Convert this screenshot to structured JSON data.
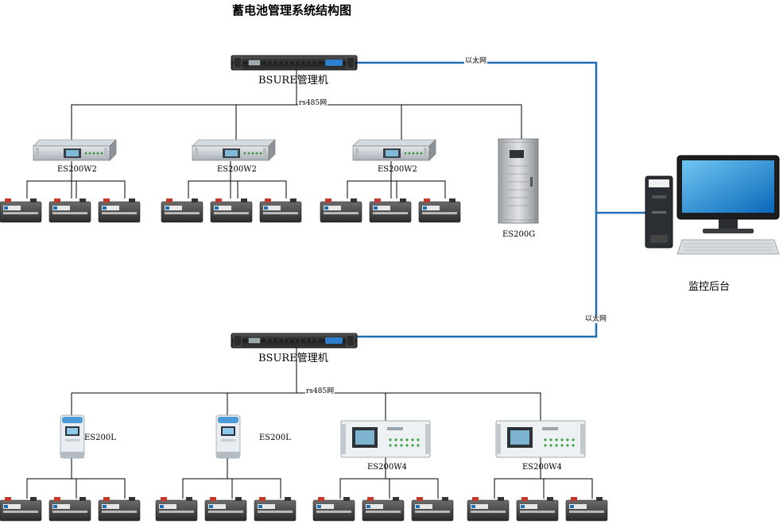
{
  "title": "蓄电池管理系统结构图",
  "monitor_label": "监控后台",
  "upper": {
    "manager_label": "BSURE管理机",
    "ethernet_label": "以太网",
    "rs485_label": "rs485网",
    "devices": [
      {
        "label": "ES200W2",
        "batteries": 3
      },
      {
        "label": "ES200W2",
        "batteries": 3
      },
      {
        "label": "ES200W2",
        "batteries": 3
      },
      {
        "label": "ES200G",
        "batteries": 0
      }
    ]
  },
  "lower": {
    "manager_label": "BSURE管理机",
    "ethernet_label": "以太网",
    "rs485_label": "rs485网",
    "devices": [
      {
        "label": "ES200L",
        "batteries": 3
      },
      {
        "label": "ES200L",
        "batteries": 3
      },
      {
        "label": "ES200W4",
        "batteries": 3
      },
      {
        "label": "ES200W4",
        "batteries": 3
      }
    ]
  },
  "colors": {
    "ethernet_line": "#1f6fb5",
    "rs485_line": "#000000"
  },
  "icons": {
    "manager": "rack-server-icon",
    "monitor": "desktop-computer-icon",
    "battery": "battery-icon"
  }
}
